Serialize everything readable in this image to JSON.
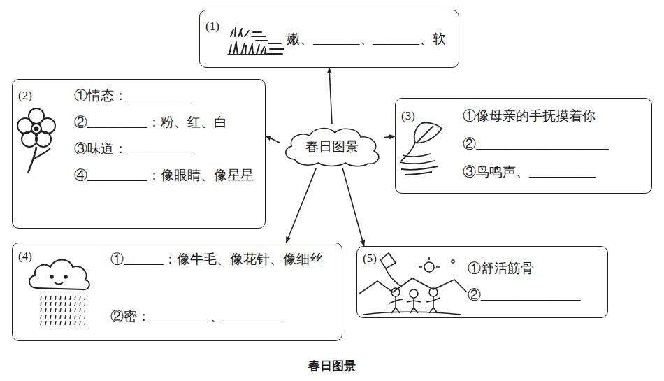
{
  "diagram": {
    "caption": "春日图景",
    "nodes": [
      {
        "text": [
          "春日图景"
        ]
      },
      {
        "text": [
          "(1)",
          "嫩、_______、_______、软"
        ]
      },
      {
        "text": [
          "(2)",
          "①情态：__________",
          "②_________：粉、红、白",
          "③味道：__________",
          "④_________：像眼睛、像星星"
        ]
      },
      {
        "text": [
          "(3)",
          "①像母亲的手抚摸着你",
          "②____________________",
          "③鸟鸣声、__________"
        ]
      },
      {
        "text": [
          "(4)",
          "①______：像牛毛、像花针、像细丝",
          "②密：_________、_________"
        ]
      },
      {
        "text": [
          "(5)",
          "①舒活筋骨",
          "②_______________"
        ]
      }
    ],
    "edges": [
      {
        "from": 0,
        "to": 1,
        "arrow": "to"
      },
      {
        "from": 0,
        "to": 2,
        "arrow": "to"
      },
      {
        "from": 0,
        "to": 3,
        "arrow": "to"
      },
      {
        "from": 0,
        "to": 4,
        "arrow": "to"
      },
      {
        "from": 0,
        "to": 5,
        "arrow": "to"
      }
    ]
  }
}
